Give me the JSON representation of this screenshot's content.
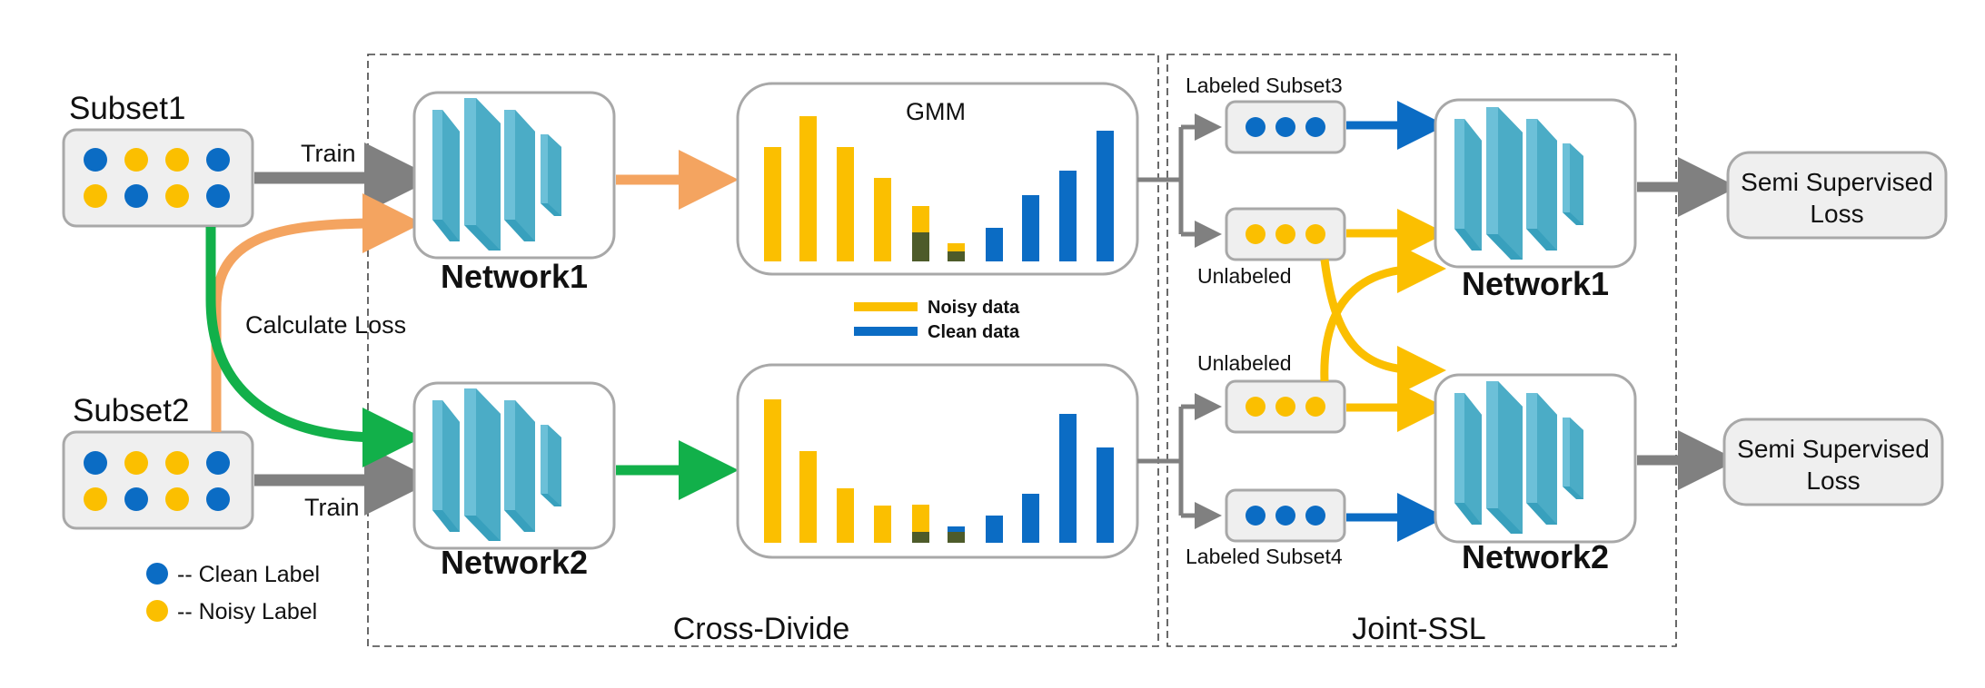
{
  "subsets": {
    "subset1": "Subset1",
    "subset2": "Subset2"
  },
  "arrows": {
    "train_top": "Train",
    "train_bottom": "Train",
    "calculate_loss": "Calculate Loss"
  },
  "legend_labels": {
    "clean": "-- Clean Label",
    "noisy": "-- Noisy Label"
  },
  "networks": {
    "network1": "Network1",
    "network2": "Network2"
  },
  "gmm": {
    "title": "GMM",
    "noisy_legend": "Noisy data",
    "clean_legend": "Clean data"
  },
  "sections": {
    "cross_divide": "Cross-Divide",
    "joint_ssl": "Joint-SSL"
  },
  "ssl": {
    "labeled_subset3": "Labeled Subset3",
    "unlabeled_top": "Unlabeled",
    "unlabeled_bottom": "Unlabeled",
    "labeled_subset4": "Labeled Subset4",
    "network1": "Network1",
    "network2": "Network2",
    "loss_top_line1": "Semi Supervised",
    "loss_top_line2": "Loss",
    "loss_bottom_line1": "Semi Supervised",
    "loss_bottom_line2": "Loss"
  },
  "colors": {
    "clean": "#0b6cc4",
    "noisy": "#fbbf00",
    "overlap": "#4d5b2a",
    "network": "#4bacc6",
    "orange_arrow": "#f4a460",
    "green_arrow": "#12b04a",
    "gray_arrow": "#808080",
    "blue_arrow": "#0b6cc4"
  }
}
